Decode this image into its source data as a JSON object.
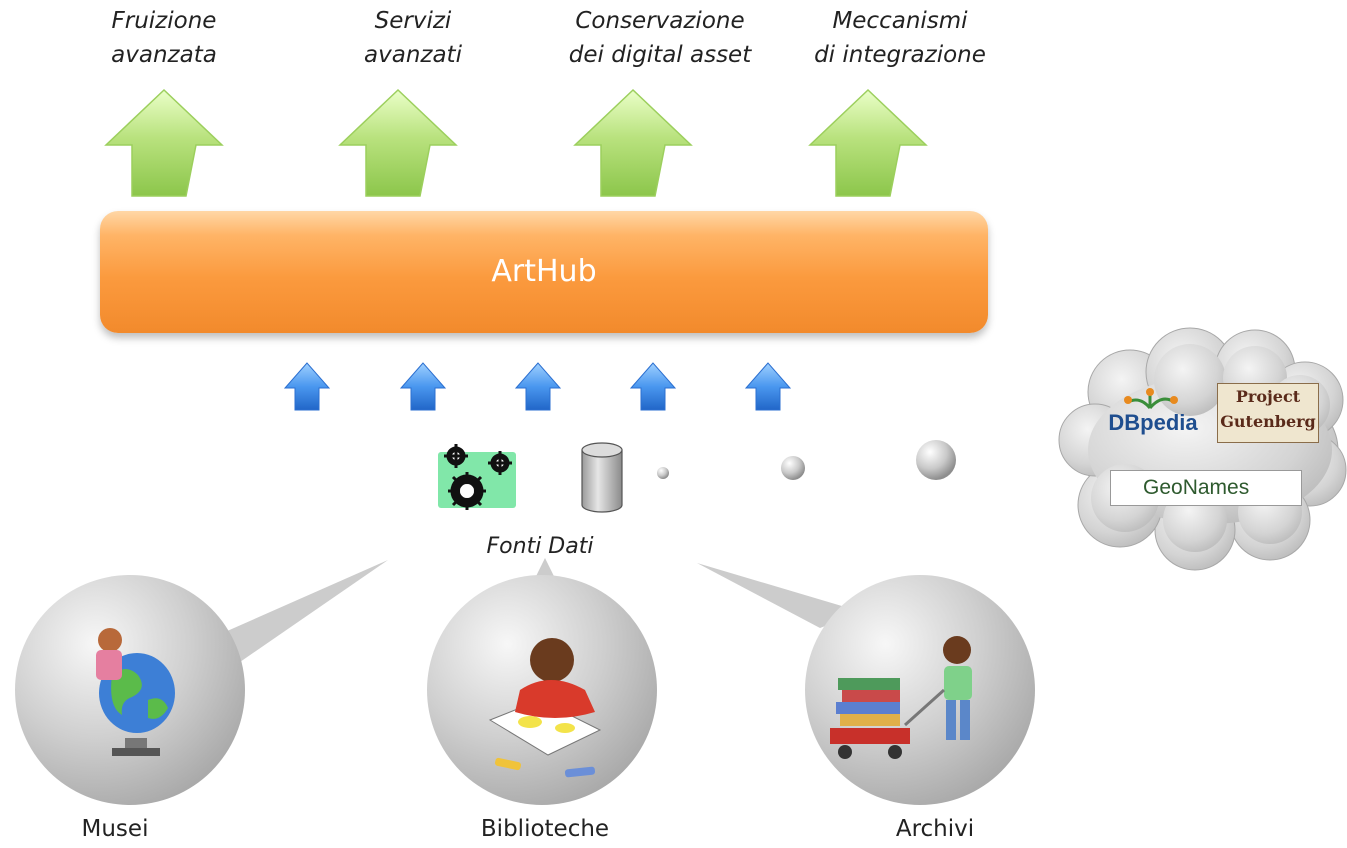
{
  "top_labels": [
    {
      "line1": "Fruizione",
      "line2": "avanzata"
    },
    {
      "line1": "Servizi",
      "line2": "avanzati"
    },
    {
      "line1": "Conservazione",
      "line2": "dei digital asset"
    },
    {
      "line1": "Meccanismi",
      "line2": "di integrazione"
    }
  ],
  "hub_label": "ArtHub",
  "sources_label": "Fonti Dati",
  "bubbles": [
    "Musei",
    "Biblioteche",
    "Archivi"
  ],
  "cloud": {
    "dbpedia": "DBpedia",
    "gutenberg_line1": "Project",
    "gutenberg_line2": "Gutenberg",
    "geonames": "GeoNames"
  },
  "colors": {
    "hub": "#f7923a",
    "up_arrow_green": "#a6d86a",
    "small_arrow_blue": "#3a8ae6",
    "bubble_gray": "#c8c8c8"
  },
  "icons": [
    "green-up-arrow",
    "blue-up-arrow",
    "gears-icon",
    "database-icon",
    "sphere-icon",
    "cloud-icon"
  ]
}
